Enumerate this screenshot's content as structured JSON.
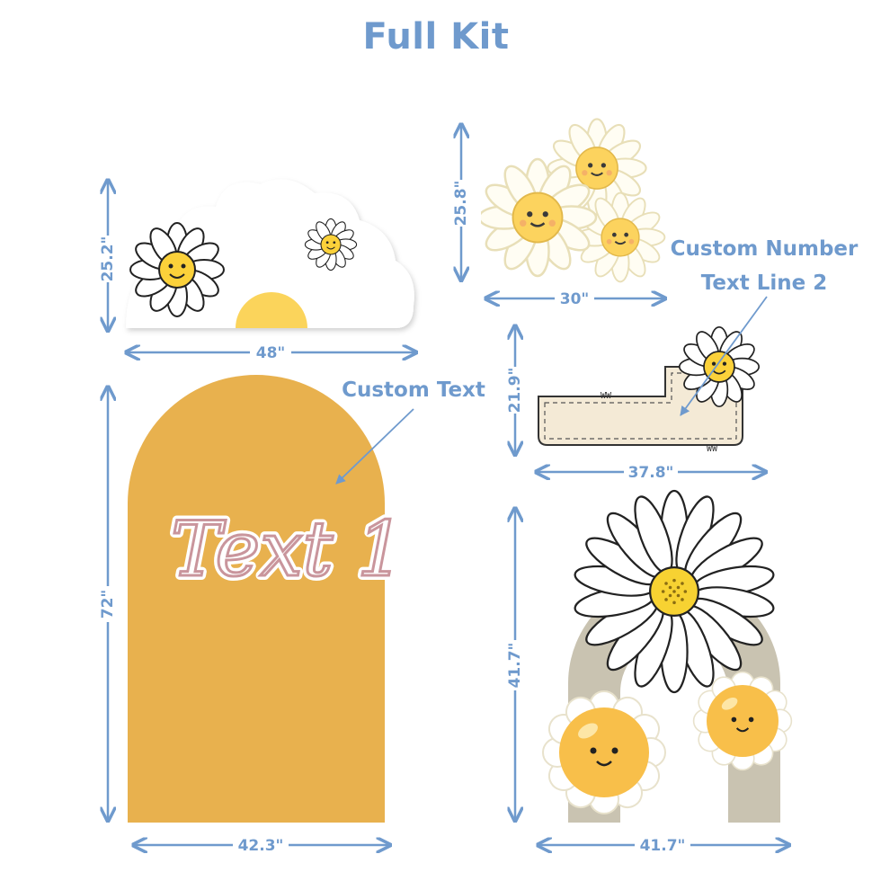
{
  "title": "Full Kit",
  "colors": {
    "accent": "#6f9acd",
    "arch": "#e8b14e",
    "sun": "#fbd45b",
    "cream": "#f4ead6",
    "beige_arch": "#c9c3b1",
    "neon_text": "#c9959c"
  },
  "pieces": {
    "daisy_cloud": {
      "width": "48\"",
      "height": "25.2\""
    },
    "flower_cluster": {
      "width": "30\"",
      "height": "25.8\""
    },
    "number_sign": {
      "width": "37.8\"",
      "height": "21.9\""
    },
    "main_arch": {
      "width": "42.3\"",
      "height": "72\"",
      "sample_text": "Text 1"
    },
    "daisy_arch": {
      "width": "41.7\"",
      "height": "41.7\""
    }
  },
  "callouts": {
    "custom_text": "Custom Text",
    "custom_number_line1": "Custom Number",
    "custom_number_line2": "Text Line 2"
  }
}
